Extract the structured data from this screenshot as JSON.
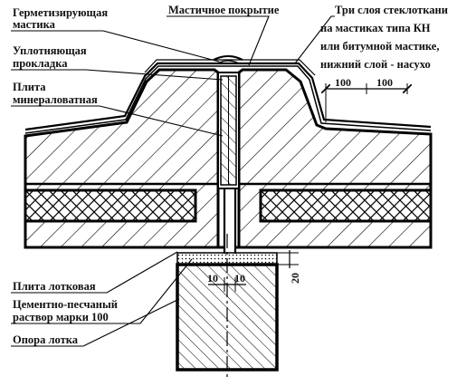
{
  "labels": {
    "sealing_mastic": [
      "Герметизирующая",
      "мастика"
    ],
    "mastic_coating": "Мастичное покрытие",
    "three_layers": [
      "Три слоя стеклоткани",
      "на мастиках типа КН",
      "или битумной мастике,",
      "нижний слой - насухо"
    ],
    "gasket": [
      "Уплотняющая",
      "прокладка"
    ],
    "mineral_wool": [
      "Плита",
      "минераловатная"
    ],
    "tray_slab": "Плита лотковая",
    "mortar": [
      "Цементно-песчаный",
      "раствор марки 100"
    ],
    "tray_support": "Опора лотка"
  },
  "dimensions": {
    "left_100": "100",
    "right_100": "100",
    "left_10": "10",
    "right_10": "10",
    "height_20": "20"
  }
}
